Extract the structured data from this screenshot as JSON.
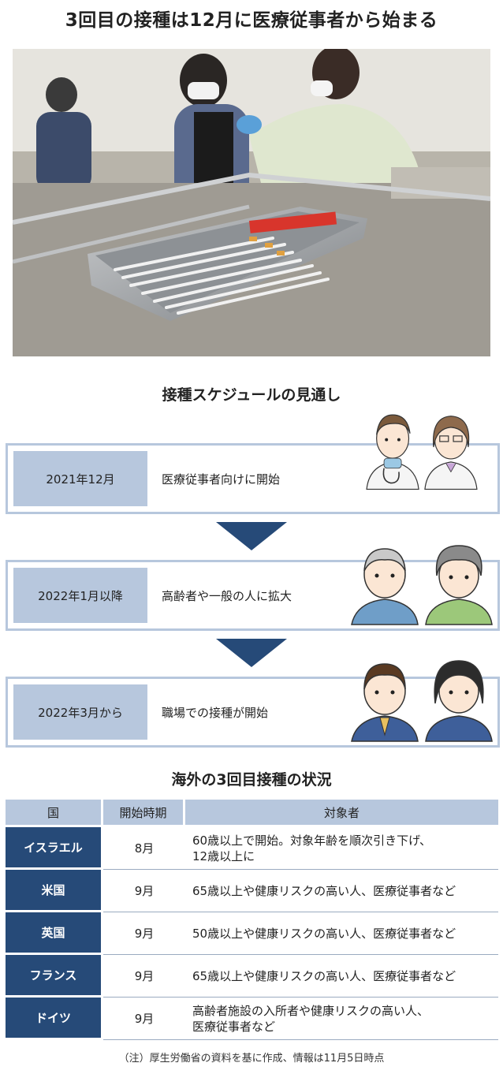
{
  "title": "3回目の接種は12月に医療従事者から始まる",
  "schedule": {
    "heading": "接種スケジュールの見通し",
    "rows": [
      {
        "date": "2021年12月",
        "desc": "医療従事者向けに開始"
      },
      {
        "date": "2022年1月以降",
        "desc": "高齢者や一般の人に拡大"
      },
      {
        "date": "2022年3月から",
        "desc": "職場での接種が開始"
      }
    ]
  },
  "overseas": {
    "heading": "海外の3回目接種の状況",
    "headers": [
      "国",
      "開始時期",
      "対象者"
    ],
    "rows": [
      {
        "country": "イスラエル",
        "start": "8月",
        "target_line1": "60歳以上で開始。対象年齢を順次引き下げ、",
        "target_line2": "12歳以上に"
      },
      {
        "country": "米国",
        "start": "9月",
        "target_line1": "65歳以上や健康リスクの高い人、医療従事者など",
        "target_line2": ""
      },
      {
        "country": "英国",
        "start": "9月",
        "target_line1": "50歳以上や健康リスクの高い人、医療従事者など",
        "target_line2": ""
      },
      {
        "country": "フランス",
        "start": "9月",
        "target_line1": "65歳以上や健康リスクの高い人、医療従事者など",
        "target_line2": ""
      },
      {
        "country": "ドイツ",
        "start": "9月",
        "target_line1": "高齢者施設の入所者や健康リスクの高い人、",
        "target_line2": "医療従事者など"
      }
    ]
  },
  "note": "（注）厚生労働省の資料を基に作成、情報は11月5日時点",
  "colors": {
    "accent_light": "#b7c7dd",
    "accent_dark": "#264a78",
    "arrow": "#264a78"
  }
}
